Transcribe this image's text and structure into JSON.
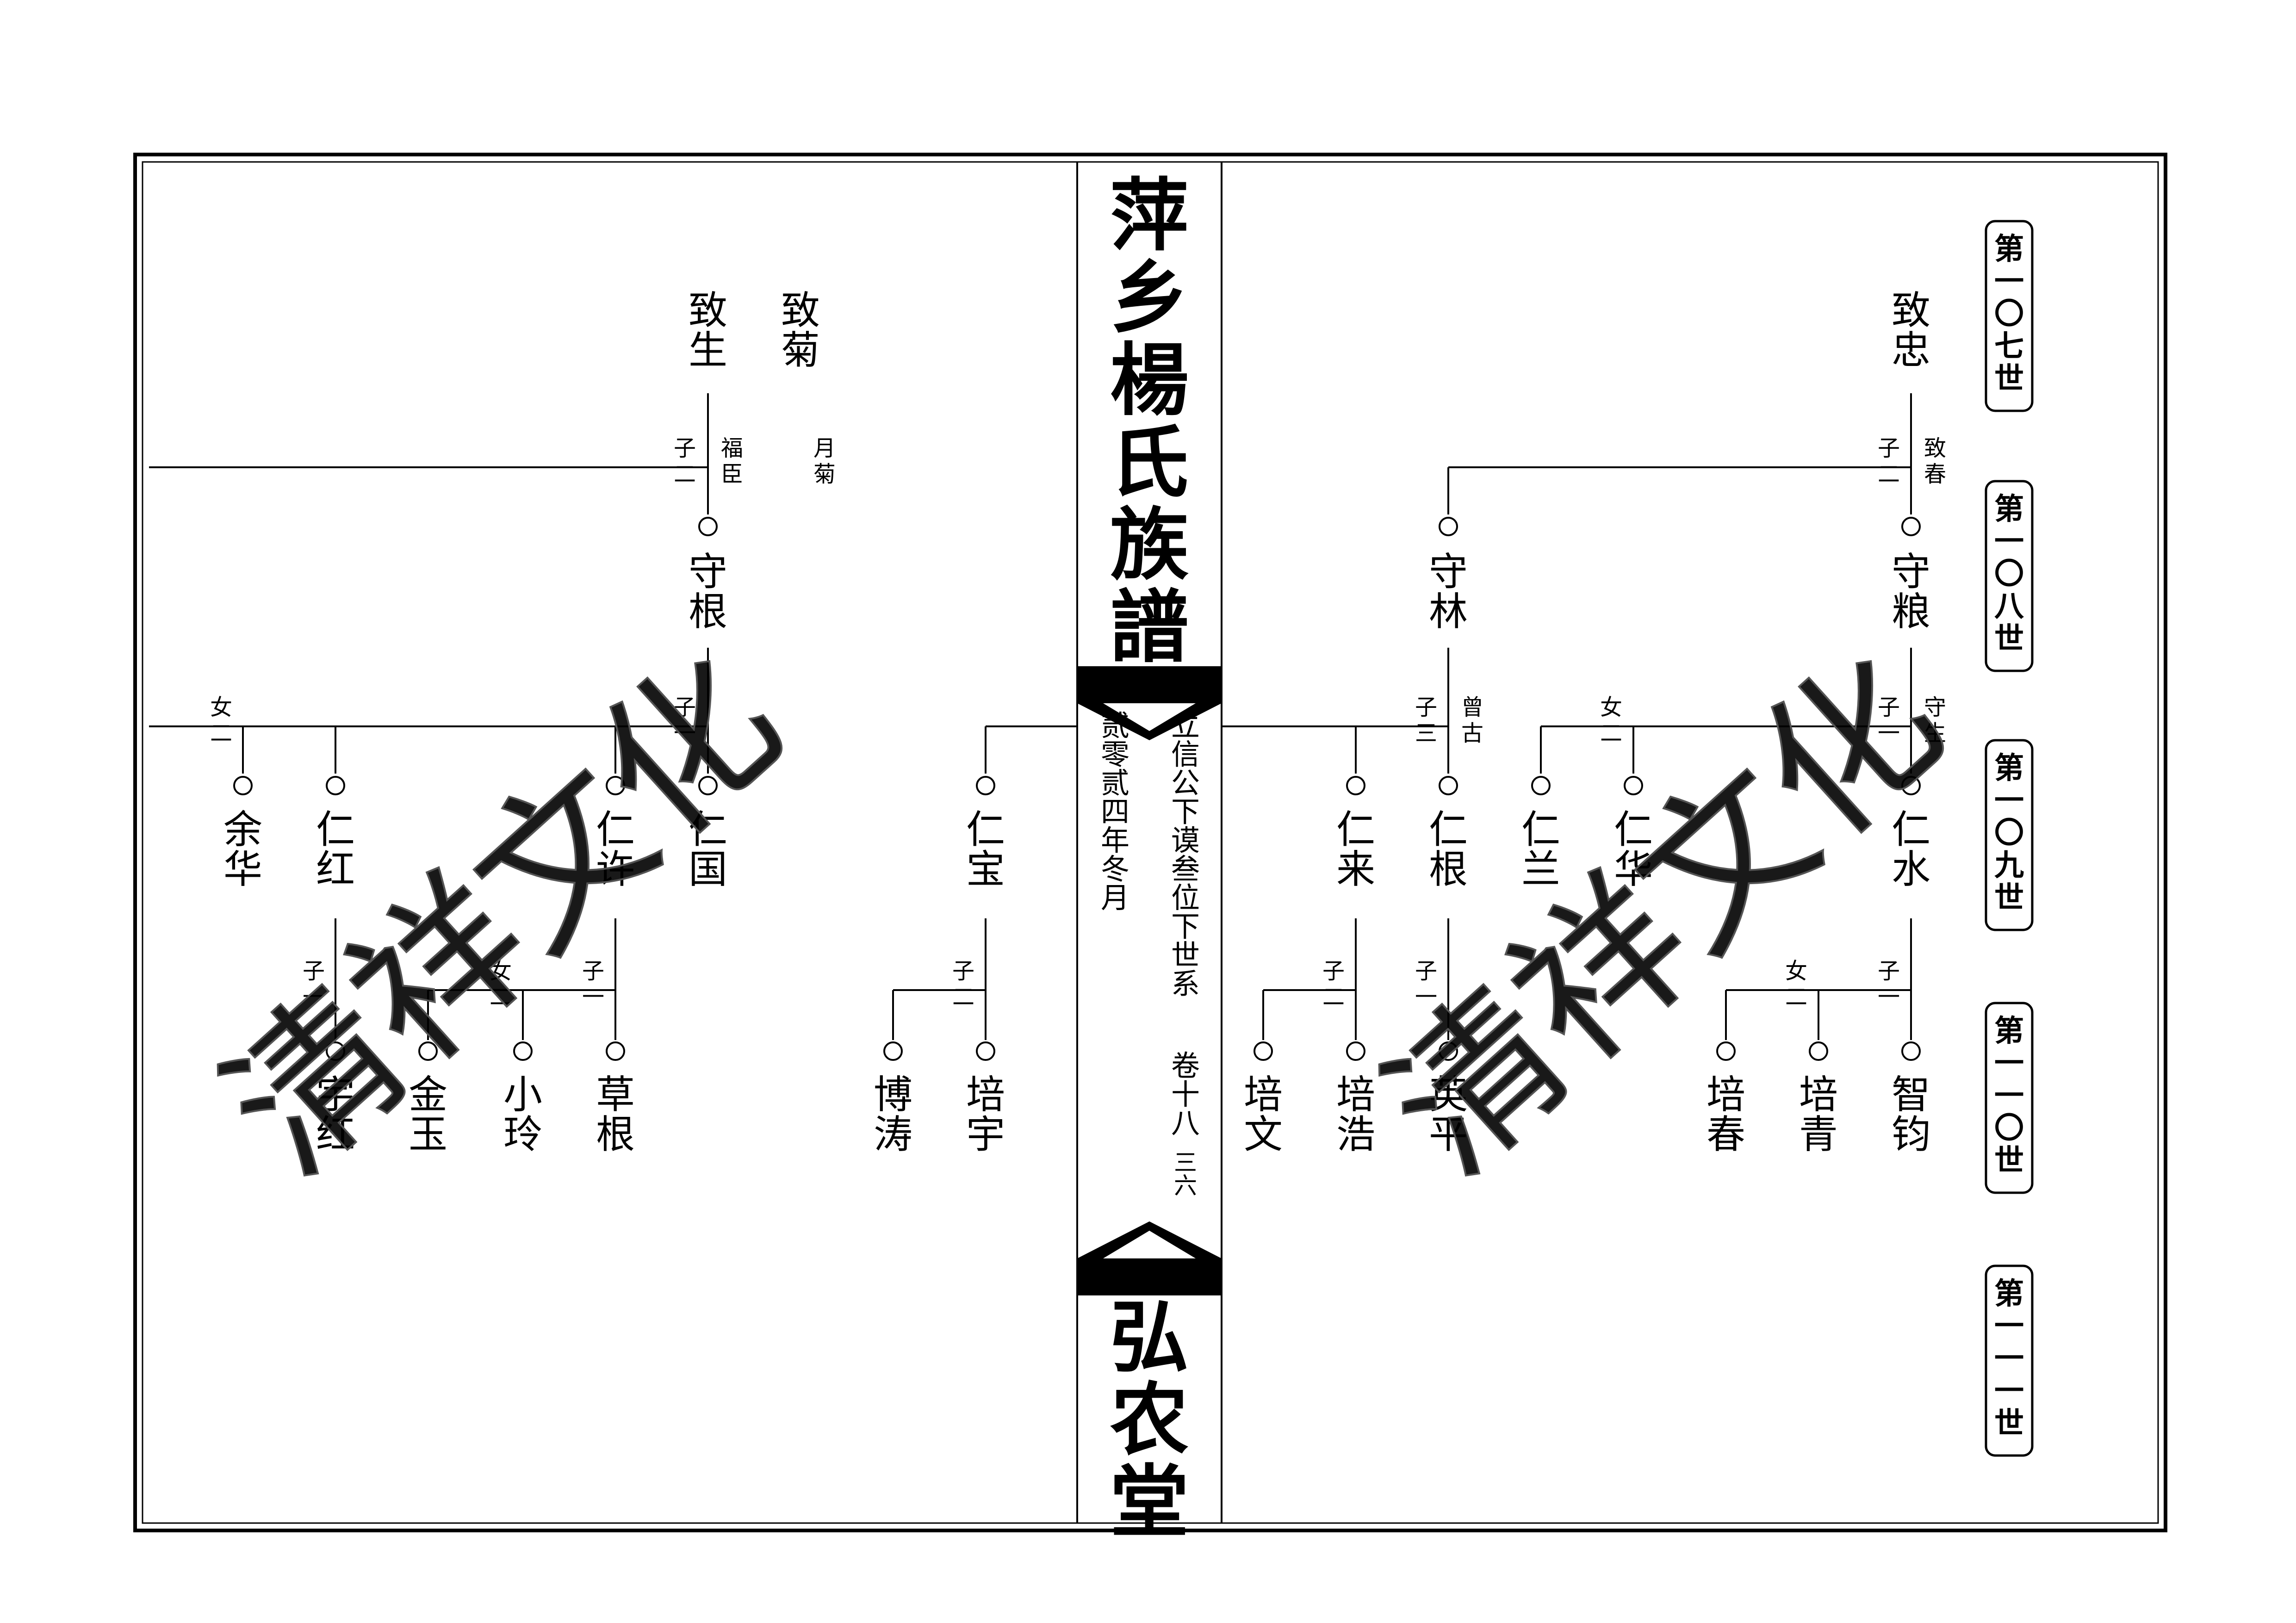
{
  "title": {
    "main": "萍乡楊氏族譜",
    "hall": "弘农堂"
  },
  "spine": {
    "lineage": "立信公下谟叁位下世系",
    "volume": "卷十八",
    "page": "三六",
    "date": "贰零贰四年冬月"
  },
  "generations": [
    "第一〇七世",
    "第一〇八世",
    "第一〇九世",
    "第一一〇世",
    "第一一一世"
  ],
  "watermark": "清祥文化",
  "colors": {
    "ink": "#000000",
    "paper": "#ffffff",
    "watermark_fill": "#d9d9d9",
    "watermark_stroke": "#555555"
  },
  "labels": {
    "son2": "子二",
    "son3": "子三",
    "son1": "子一",
    "dau2": "女二",
    "dau1": "女一"
  },
  "notes": {
    "zhisheng_sons": "福臣",
    "zhiju_daughter": "月菊",
    "zhizhong_son": "致春",
    "shoulang_son": "守生",
    "shoulin_son": "曾古"
  },
  "names": {
    "zhisheng": "致生",
    "zhiju": "致菊",
    "shougen": "守根",
    "yuhua": "余华",
    "renhong": "仁红",
    "renxu": "仁许",
    "renguo": "仁国",
    "renhong_child": "宇红",
    "jinyu": "金玉",
    "xiaoling": "小玲",
    "caogen": "草根",
    "renbao": "仁宝",
    "botao": "博涛",
    "peiyu": "培宇",
    "zhizhong": "致忠",
    "shoulin": "守林",
    "shoulang": "守粮",
    "renlai": "仁来",
    "rengen": "仁根",
    "renlan": "仁兰",
    "renhua": "仁华",
    "renshui": "仁水",
    "peiwen": "培文",
    "peihao": "培浩",
    "yingping": "英平",
    "peichun": "培春",
    "peiqing": "培青",
    "zhijun": "智钧"
  }
}
